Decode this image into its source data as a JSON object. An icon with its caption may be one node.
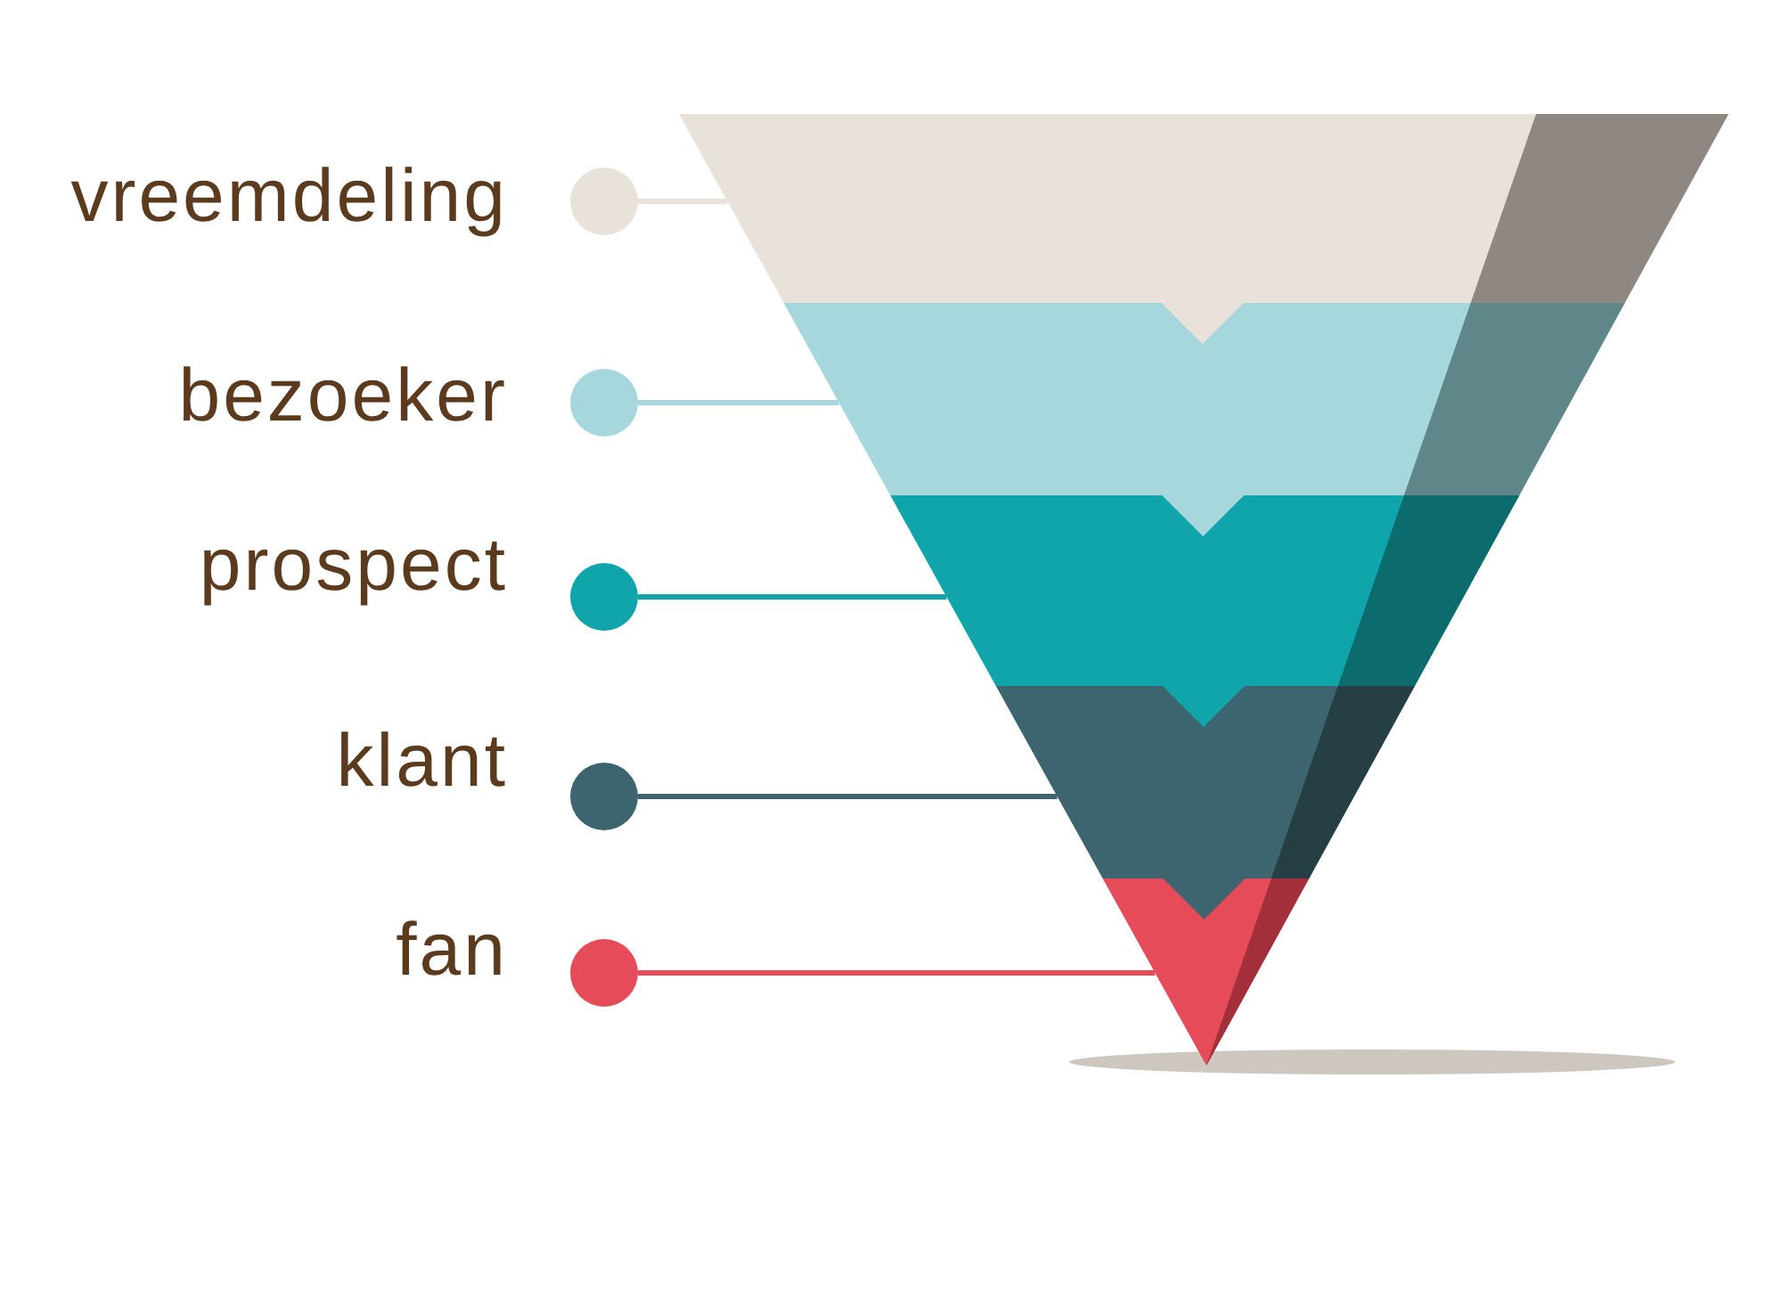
{
  "diagram": {
    "nodes": [
      {
        "text": [],
        "shape": "circle",
        "beside": [
          "vreemdeling"
        ]
      },
      {
        "text": [],
        "shape": "circle",
        "beside": [
          "bezoeker"
        ]
      },
      {
        "text": [],
        "shape": "circle",
        "beside": [
          "prospect"
        ]
      },
      {
        "text": [],
        "shape": "circle",
        "beside": [
          "klant"
        ]
      },
      {
        "text": [],
        "shape": "circle",
        "beside": [
          "fan"
        ]
      },
      {
        "text": [],
        "shape": "trapezoid"
      },
      {
        "text": [],
        "shape": "trapezoid"
      },
      {
        "text": [],
        "shape": "trapezoid"
      },
      {
        "text": [],
        "shape": "trapezoid"
      },
      {
        "text": [],
        "shape": "triangle"
      }
    ],
    "edges": [
      {
        "from": 0,
        "to": 5,
        "arrow": "none",
        "color": "#e8e2da"
      },
      {
        "from": 1,
        "to": 6,
        "arrow": "none",
        "color": "#a6d7dc"
      },
      {
        "from": 2,
        "to": 7,
        "arrow": "none",
        "color": "#0fa5ab"
      },
      {
        "from": 3,
        "to": 8,
        "arrow": "none",
        "color": "#3c6570"
      },
      {
        "from": 4,
        "to": 9,
        "arrow": "none",
        "color": "#e64b59"
      }
    ]
  }
}
